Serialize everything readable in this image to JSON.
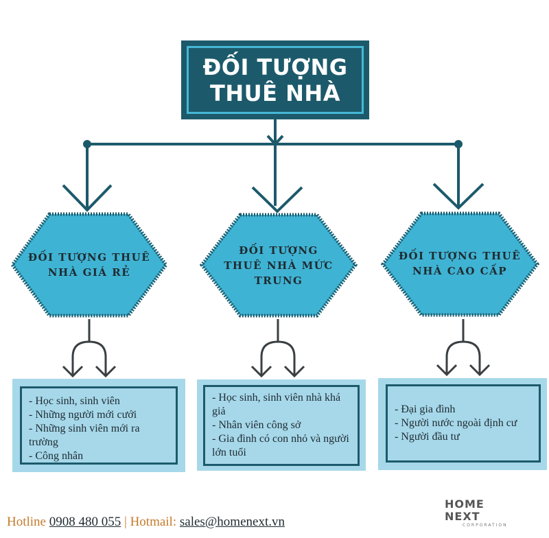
{
  "title": {
    "line1": "ĐỐI TƯỢNG",
    "line2": "THUÊ NHÀ"
  },
  "categories": [
    {
      "label_lines": [
        "ĐỐI TƯỢNG THUÊ",
        "NHÀ GIÁ RẺ"
      ],
      "items": [
        "- Học sinh, sinh viên",
        "- Những người mới cưới",
        "- Những sinh viên mới ra trường",
        "- Công nhân"
      ]
    },
    {
      "label_lines": [
        "ĐỐI TƯỢNG",
        "THUÊ NHÀ MỨC",
        "TRUNG"
      ],
      "items": [
        "- Học sinh, sinh viên nhà khá giả",
        "- Nhân viên công sở",
        "- Gia đình có con nhỏ và người lớn tuổi"
      ]
    },
    {
      "label_lines": [
        "ĐỐI TƯỢNG THUÊ",
        "NHÀ CAO CẤP"
      ],
      "items": [
        "- Đại gia đình",
        "- Người nước ngoài định cư",
        "- Người đầu tư"
      ]
    }
  ],
  "logo": {
    "name": "HOME NEXT",
    "sub": "CORPORATION"
  },
  "footer": {
    "hotline_label": "Hotline",
    "hotline_number": "0908 480 055",
    "separator": "|",
    "hotmail_label": "Hotmail:",
    "email": "sales@homenext.vn"
  },
  "colors": {
    "dark_teal": "#1c5a6b",
    "hex_fill": "#3fb3d3",
    "box_fill": "#a6d8ea",
    "footer_orange": "#c47a2b"
  }
}
